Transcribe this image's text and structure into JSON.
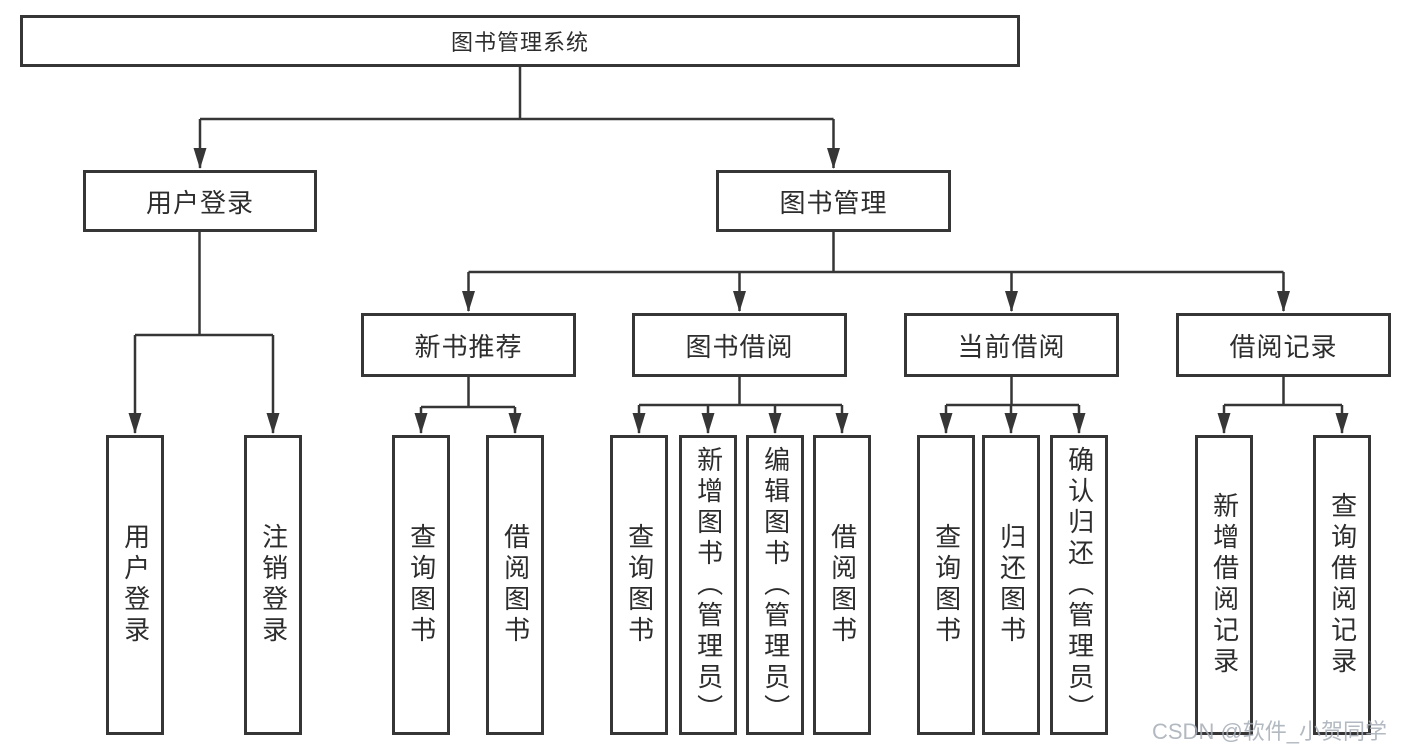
{
  "tree": {
    "root": "图书管理系统",
    "children": [
      {
        "label": "用户登录",
        "children": [
          {
            "label": "用户登录"
          },
          {
            "label": "注销登录"
          }
        ]
      },
      {
        "label": "图书管理",
        "children": [
          {
            "label": "新书推荐",
            "children": [
              {
                "label": "查询图书"
              },
              {
                "label": "借阅图书"
              }
            ]
          },
          {
            "label": "图书借阅",
            "children": [
              {
                "label": "查询图书"
              },
              {
                "label": "新增图书（管理员）"
              },
              {
                "label": "编辑图书（管理员）"
              },
              {
                "label": "借阅图书"
              }
            ]
          },
          {
            "label": "当前借阅",
            "children": [
              {
                "label": "查询图书"
              },
              {
                "label": "归还图书"
              },
              {
                "label": "确认归还（管理员）"
              }
            ]
          },
          {
            "label": "借阅记录",
            "children": [
              {
                "label": "新增借阅记录"
              },
              {
                "label": "查询借阅记录"
              }
            ]
          }
        ]
      }
    ]
  },
  "watermark": {
    "text": "CSDN @软件_小贺同学"
  },
  "colors": {
    "line": "#363636",
    "text": "#2d2d2d",
    "background": "#ffffff",
    "watermark": "#a6adb6"
  }
}
